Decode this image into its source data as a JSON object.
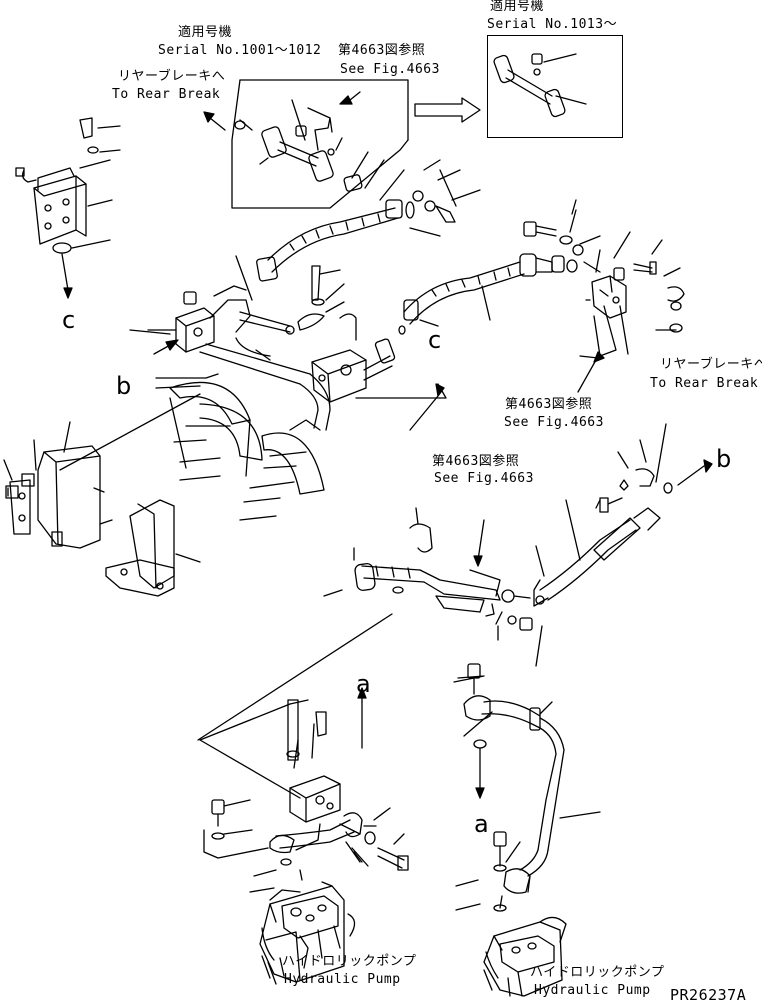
{
  "labels": {
    "applicable_a_jp": "適用号機",
    "serial_a": "Serial No.1001～1012",
    "see_fig_a_jp": "第4663図参照",
    "see_fig_a": "See Fig.4663",
    "applicable_b_jp": "適用号機",
    "serial_b": "Serial No.1013～",
    "rear_brake_left_jp": "リヤーブレーキへ",
    "rear_brake_left": "To Rear Break",
    "rear_brake_right_jp": "リヤーブレーキへ",
    "rear_brake_right": "To Rear Break",
    "see_fig_b_jp": "第4663図参照",
    "see_fig_b": "See Fig.4663",
    "see_fig_c_jp": "第4663図参照",
    "see_fig_c": "See Fig.4663",
    "pump_left_jp": "ハイドロリックポンプ",
    "pump_left": "Hydraulic Pump",
    "pump_right_jp": "ハイドロリックポンプ",
    "pump_right": "Hydraulic Pump",
    "drawing_no": "PR26237A"
  },
  "callouts": {
    "c_left": "c",
    "b_left": "b",
    "c_mid": "c",
    "b_right": "b",
    "a_upper": "a",
    "a_lower": "a"
  }
}
